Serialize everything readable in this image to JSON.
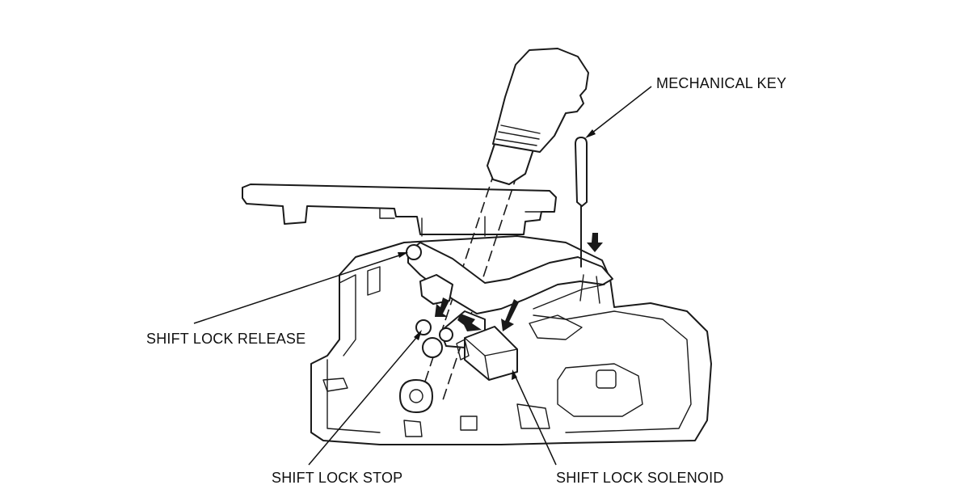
{
  "labels": {
    "mechanical_key": "MECHANICAL KEY",
    "shift_lock_release": "SHIFT LOCK RELEASE",
    "shift_lock_stop": "SHIFT LOCK STOP",
    "shift_lock_solenoid": "SHIFT LOCK SOLENOID"
  },
  "colors": {
    "line": "#1a1a1a",
    "background": "#ffffff"
  }
}
